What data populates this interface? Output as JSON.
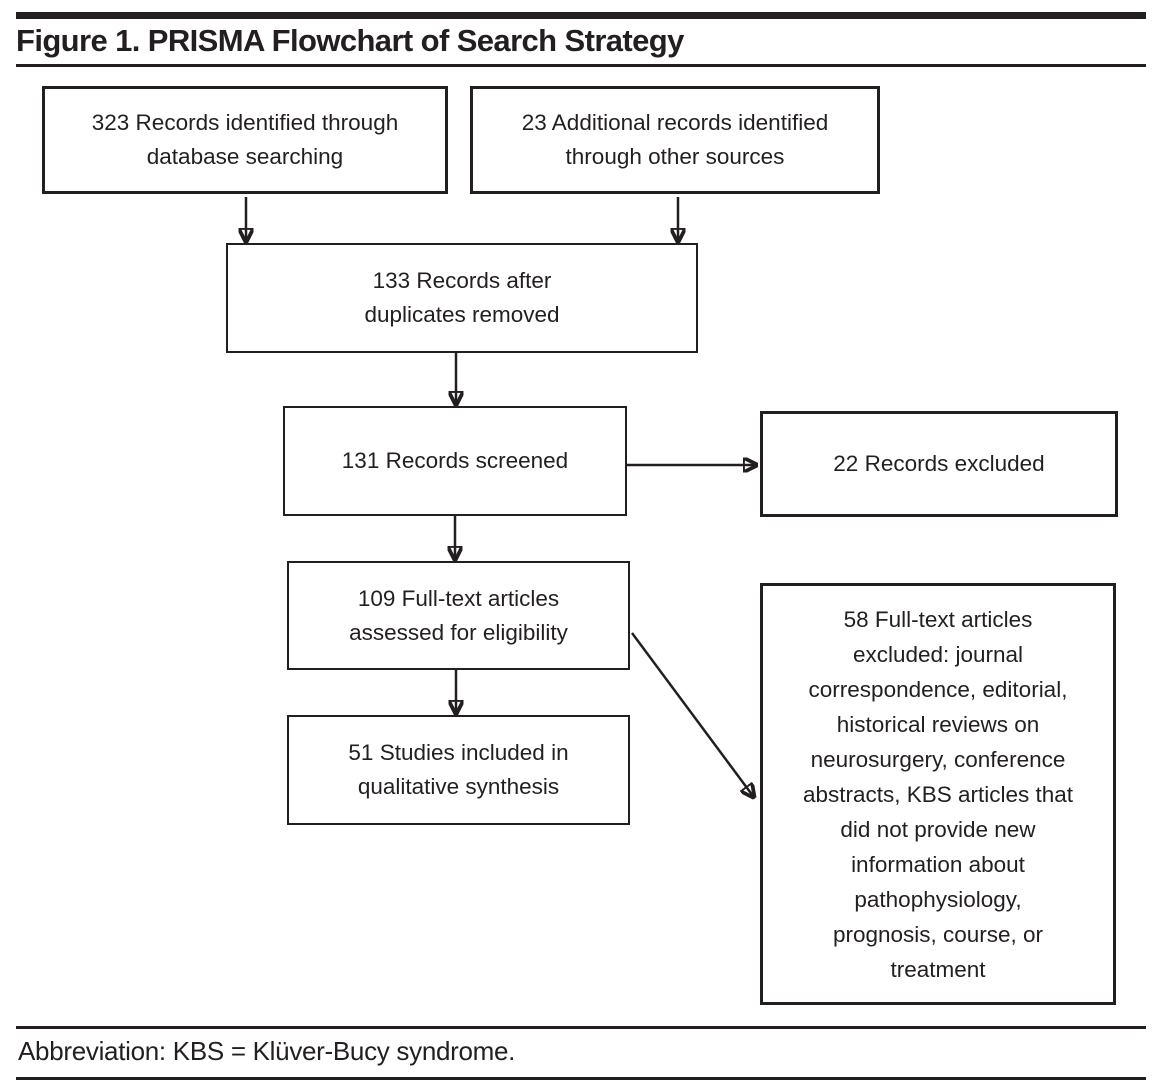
{
  "title": "Figure 1. PRISMA Flowchart of Search Strategy",
  "nodes": {
    "identified_database": {
      "lines": [
        "323 Records identified through",
        "database searching"
      ]
    },
    "identified_other": {
      "lines": [
        "23 Additional records identified",
        "through other sources"
      ]
    },
    "after_duplicates": {
      "lines": [
        "133 Records after",
        "duplicates removed"
      ]
    },
    "screened": {
      "lines": [
        "131 Records screened"
      ]
    },
    "records_excluded": {
      "lines": [
        "22 Records excluded"
      ]
    },
    "fulltext_assessed": {
      "lines": [
        "109 Full-text articles",
        "assessed for eligibility"
      ]
    },
    "qualitative_included": {
      "lines": [
        "51 Studies included in",
        "qualitative synthesis"
      ]
    },
    "fulltext_excluded": {
      "lines": [
        "58 Full-text articles",
        "excluded: journal",
        "correspondence, editorial,",
        "historical reviews on",
        "neurosurgery, conference",
        "abstracts, KBS articles that",
        "did not provide new",
        "information about",
        "pathophysiology,",
        "prognosis, course, or",
        "treatment"
      ]
    }
  },
  "footer": {
    "abbreviation": "Abbreviation: KBS = Klüver-Bucy syndrome."
  },
  "colors": {
    "ink": "#231f20",
    "background": "#ffffff"
  }
}
